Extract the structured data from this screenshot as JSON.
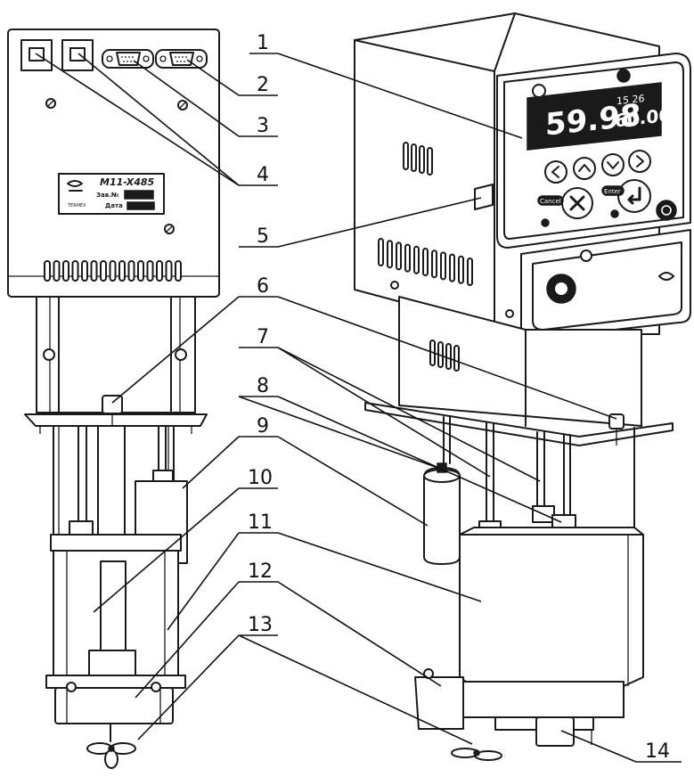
{
  "callouts": [
    "1",
    "2",
    "3",
    "4",
    "5",
    "6",
    "7",
    "8",
    "9",
    "10",
    "11",
    "12",
    "13",
    "14"
  ],
  "left_unit": {
    "plate_model": "M11-X485",
    "plate_serial_label": "Зав.№",
    "plate_date_label": "Дата",
    "plate_brand": "TERMEX"
  },
  "right_unit": {
    "display_main": "59.98",
    "display_small_top": "15  26",
    "display_setpoint": "60.00",
    "cancel_label": "Cancel",
    "enter_label": "Enter"
  },
  "colors": {
    "ink": "#1a1a1a",
    "background": "#ffffff"
  }
}
